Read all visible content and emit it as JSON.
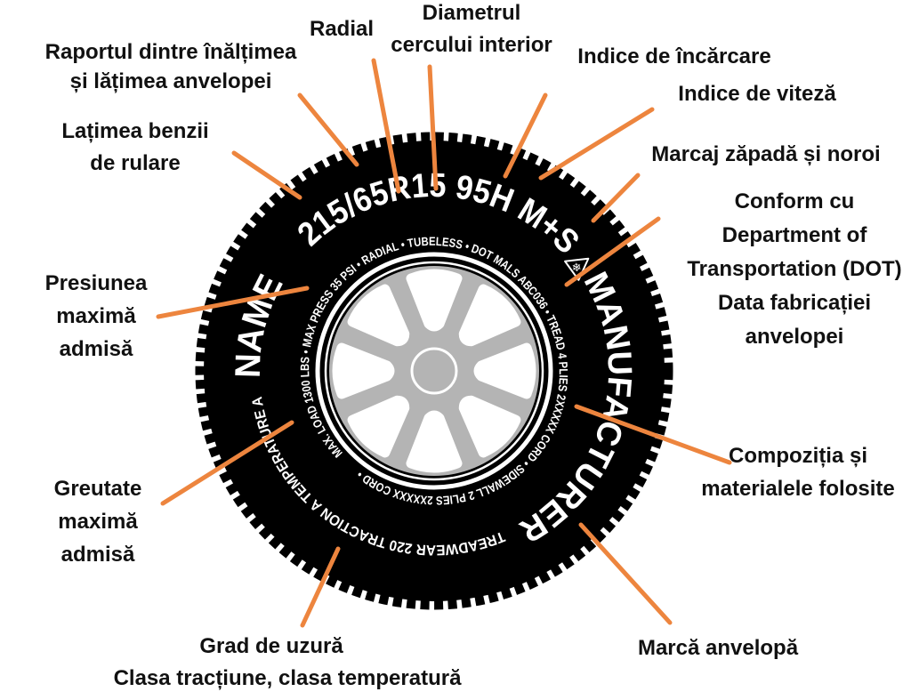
{
  "colors": {
    "leader_line": "#ED853E",
    "tire": "#000000",
    "wheel_gray": "#B4B4B4",
    "label_text": "#111111",
    "tire_text": "#FFFFFF"
  },
  "labels": {
    "aspect_ratio": {
      "lines": [
        "Raportul dintre înălțimea",
        "și lățimea anvelopei"
      ]
    },
    "tread_width": {
      "lines": [
        "Lațimea benzii",
        "de rulare"
      ]
    },
    "radial": {
      "lines": [
        "Radial"
      ]
    },
    "rim_diameter": {
      "lines": [
        "Diametrul",
        "cercului interior"
      ]
    },
    "load_index": {
      "lines": [
        "Indice de încărcare"
      ]
    },
    "speed_index": {
      "lines": [
        "Indice de viteză"
      ]
    },
    "snow_mud": {
      "lines": [
        "Marcaj zăpadă și noroi"
      ]
    },
    "dot": {
      "lines": [
        "Conform cu",
        "Department of",
        "Transportation (DOT)",
        "Data fabricației",
        "anvelopei"
      ]
    },
    "max_pressure": {
      "lines": [
        "Presiunea",
        "maximă",
        "admisă"
      ]
    },
    "max_load": {
      "lines": [
        "Greutate",
        "maximă",
        "admisă"
      ]
    },
    "treadwear": {
      "lines": [
        "Grad de uzură"
      ]
    },
    "classes": {
      "lines": [
        "Clasa tracțiune, clasa temperatură"
      ]
    },
    "composition": {
      "lines": [
        "Compoziția și",
        "materialele folosite"
      ]
    },
    "brand": {
      "lines": [
        "Marcă anvelopă"
      ]
    }
  },
  "tire": {
    "size_marking": "215/65R15  95H  M+S",
    "snowflake_symbol": "❄",
    "manufacturer": "MANUFACTURER",
    "name": "NAME",
    "treadwear_band": "TREADWEAR 220 TRACTION A TEMPERATURE A",
    "sidewall_ring": "MAX. LOAD 1300 LBS • MAX PRESS 35 PSI • RADIAL • TUBELESS • DOT MALS ABC036 • TREAD 4 PLIES 2XXXXX CORD • SIDEWALL 2 PLIES 2XXXXX CORD •"
  }
}
